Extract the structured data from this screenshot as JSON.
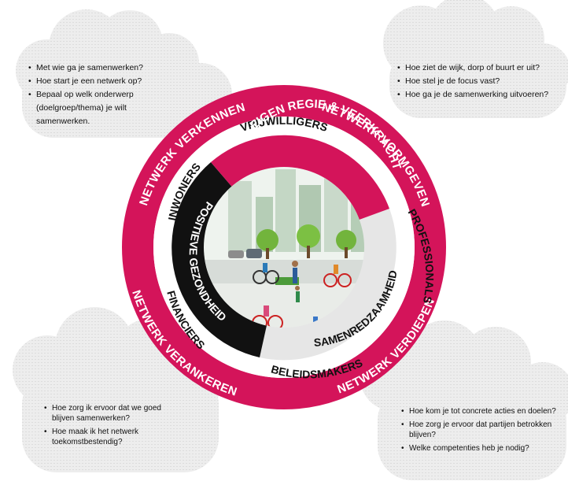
{
  "colors": {
    "brand_magenta": "#d4145a",
    "black": "#111111",
    "light_gray": "#e6e6e6",
    "cloud_gray": "#e9e9e9"
  },
  "outer_ring": {
    "top_left": "NETWERK VERKENNEN",
    "top_right": "NETWERK VORMGEVEN",
    "bottom_left": "NETWERK VERANKEREN",
    "bottom_right": "NETWERK VERDIEPEN"
  },
  "middle_ring": {
    "top": "VRIJWILLIGERS",
    "left": "INWONERS",
    "right": "PROFESSIONALS",
    "bottom_left": "FINANCIERS",
    "bottom": "BELEIDSMAKERS"
  },
  "inner_ring": {
    "top_magenta": "EIGEN REGIE & VEERKRACHT",
    "left_black": "POSITIEVE GEZONDHEID",
    "bottom_gray": "SAMENREDZAAMHEID"
  },
  "questions": {
    "top_left": [
      "Met wie ga je samenwerken?",
      "Hoe start je een netwerk op?",
      "Bepaal op welk onderwerp (doelgroep/thema) je wilt samenwerken."
    ],
    "top_right": [
      "Hoe ziet de wijk, dorp of buurt er uit?",
      "Hoe stel je de focus vast?",
      "Hoe ga je de samenwerking uitvoeren?"
    ],
    "bottom_left": [
      "Hoe zorg ik ervoor dat we goed blijven samenwerken?",
      "Hoe maak ik het netwerk toekomstbestendig?"
    ],
    "bottom_right": [
      "Hoe kom je tot concrete acties en doelen?",
      "Hoe zorg je ervoor dat partijen betrokken blijven?",
      "Welke competenties heb je nodig?"
    ]
  }
}
